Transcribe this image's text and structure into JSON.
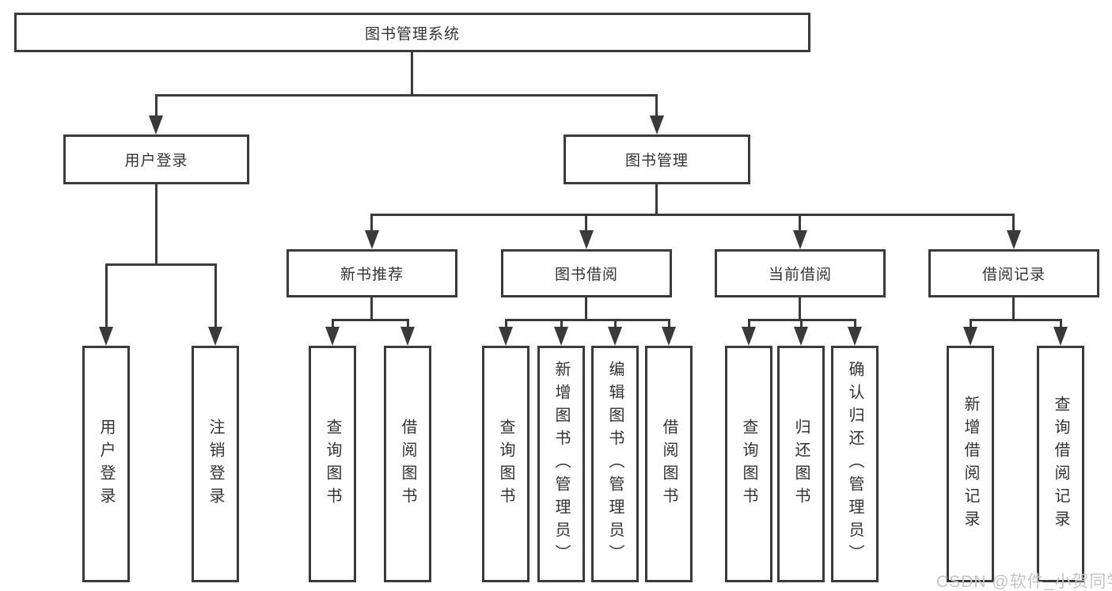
{
  "tree": {
    "root": "图书管理系统",
    "children": [
      {
        "label": "用户登录",
        "children": [
          "用户登录",
          "注销登录"
        ]
      },
      {
        "label": "图书管理",
        "children": [
          {
            "label": "新书推荐",
            "children": [
              "查询图书",
              "借阅图书"
            ]
          },
          {
            "label": "图书借阅",
            "children": [
              "查询图书",
              "新增图书（管理员）",
              "编辑图书（管理员）",
              "借阅图书"
            ]
          },
          {
            "label": "当前借阅",
            "children": [
              "查询图书",
              "归还图书",
              "确认归还（管理员）"
            ]
          },
          {
            "label": "借阅记录",
            "children": [
              "新增借阅记录",
              "查询借阅记录"
            ]
          }
        ]
      }
    ]
  },
  "watermark": "CSDN @软件_小贺同学",
  "colors": {
    "line": "#3a3a3a",
    "text": "#333333",
    "background": "#ffffff",
    "watermark": "#c5c5c5"
  }
}
